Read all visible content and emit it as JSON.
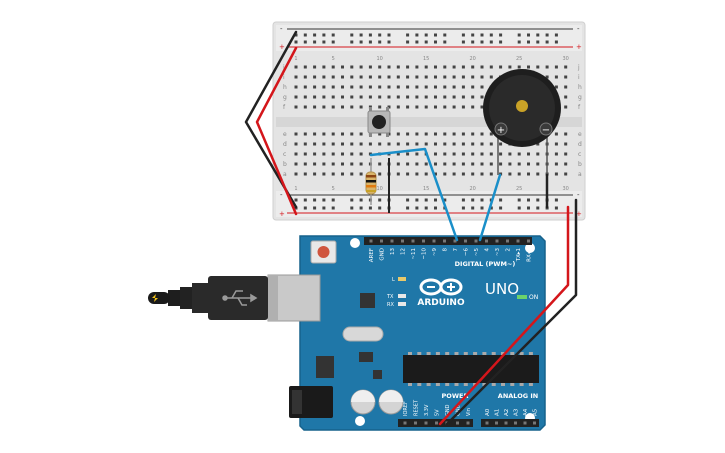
{
  "board": {
    "logo_text": "ARDUINO",
    "model_text": "UNO",
    "on_label": "ON",
    "digital_label": "DIGITAL (PWM~)",
    "power_label": "POWER",
    "analog_label": "ANALOG IN",
    "led_l": "L",
    "led_tx": "TX",
    "led_rx": "RX",
    "digital_pins": [
      "AREF",
      "GND",
      "13",
      "12",
      "~11",
      "~10",
      "~9",
      "8",
      "7",
      "~6",
      "~5",
      "4",
      "~3",
      "2",
      "TX▸1",
      "RX◂0"
    ],
    "power_pins": [
      "IOREF",
      "RESET",
      "3.3V",
      "5V",
      "GND",
      "GND",
      "Vin"
    ],
    "analog_pins": [
      "A0",
      "A1",
      "A2",
      "A3",
      "A4",
      "A5"
    ]
  },
  "breadboard": {
    "row_letters_top": [
      "j",
      "i",
      "h",
      "g",
      "f"
    ],
    "row_letters_bottom": [
      "e",
      "d",
      "c",
      "b",
      "a"
    ],
    "col_numbers": [
      "1",
      "",
      "",
      "",
      "5",
      "",
      "",
      "",
      "",
      "10",
      "",
      "",
      "",
      "",
      "15",
      "",
      "",
      "",
      "",
      "20",
      "",
      "",
      "",
      "",
      "25",
      "",
      "",
      "",
      "",
      "30"
    ],
    "plus": "+",
    "minus": "-"
  },
  "buzzer": {
    "plus": "+",
    "minus": "−"
  },
  "colors": {
    "board_blue": "#1f77a8",
    "breadboard": "#e6e6e6",
    "wire_red": "#d4161b",
    "wire_black": "#222222",
    "wire_blue": "#1a8fc9"
  }
}
